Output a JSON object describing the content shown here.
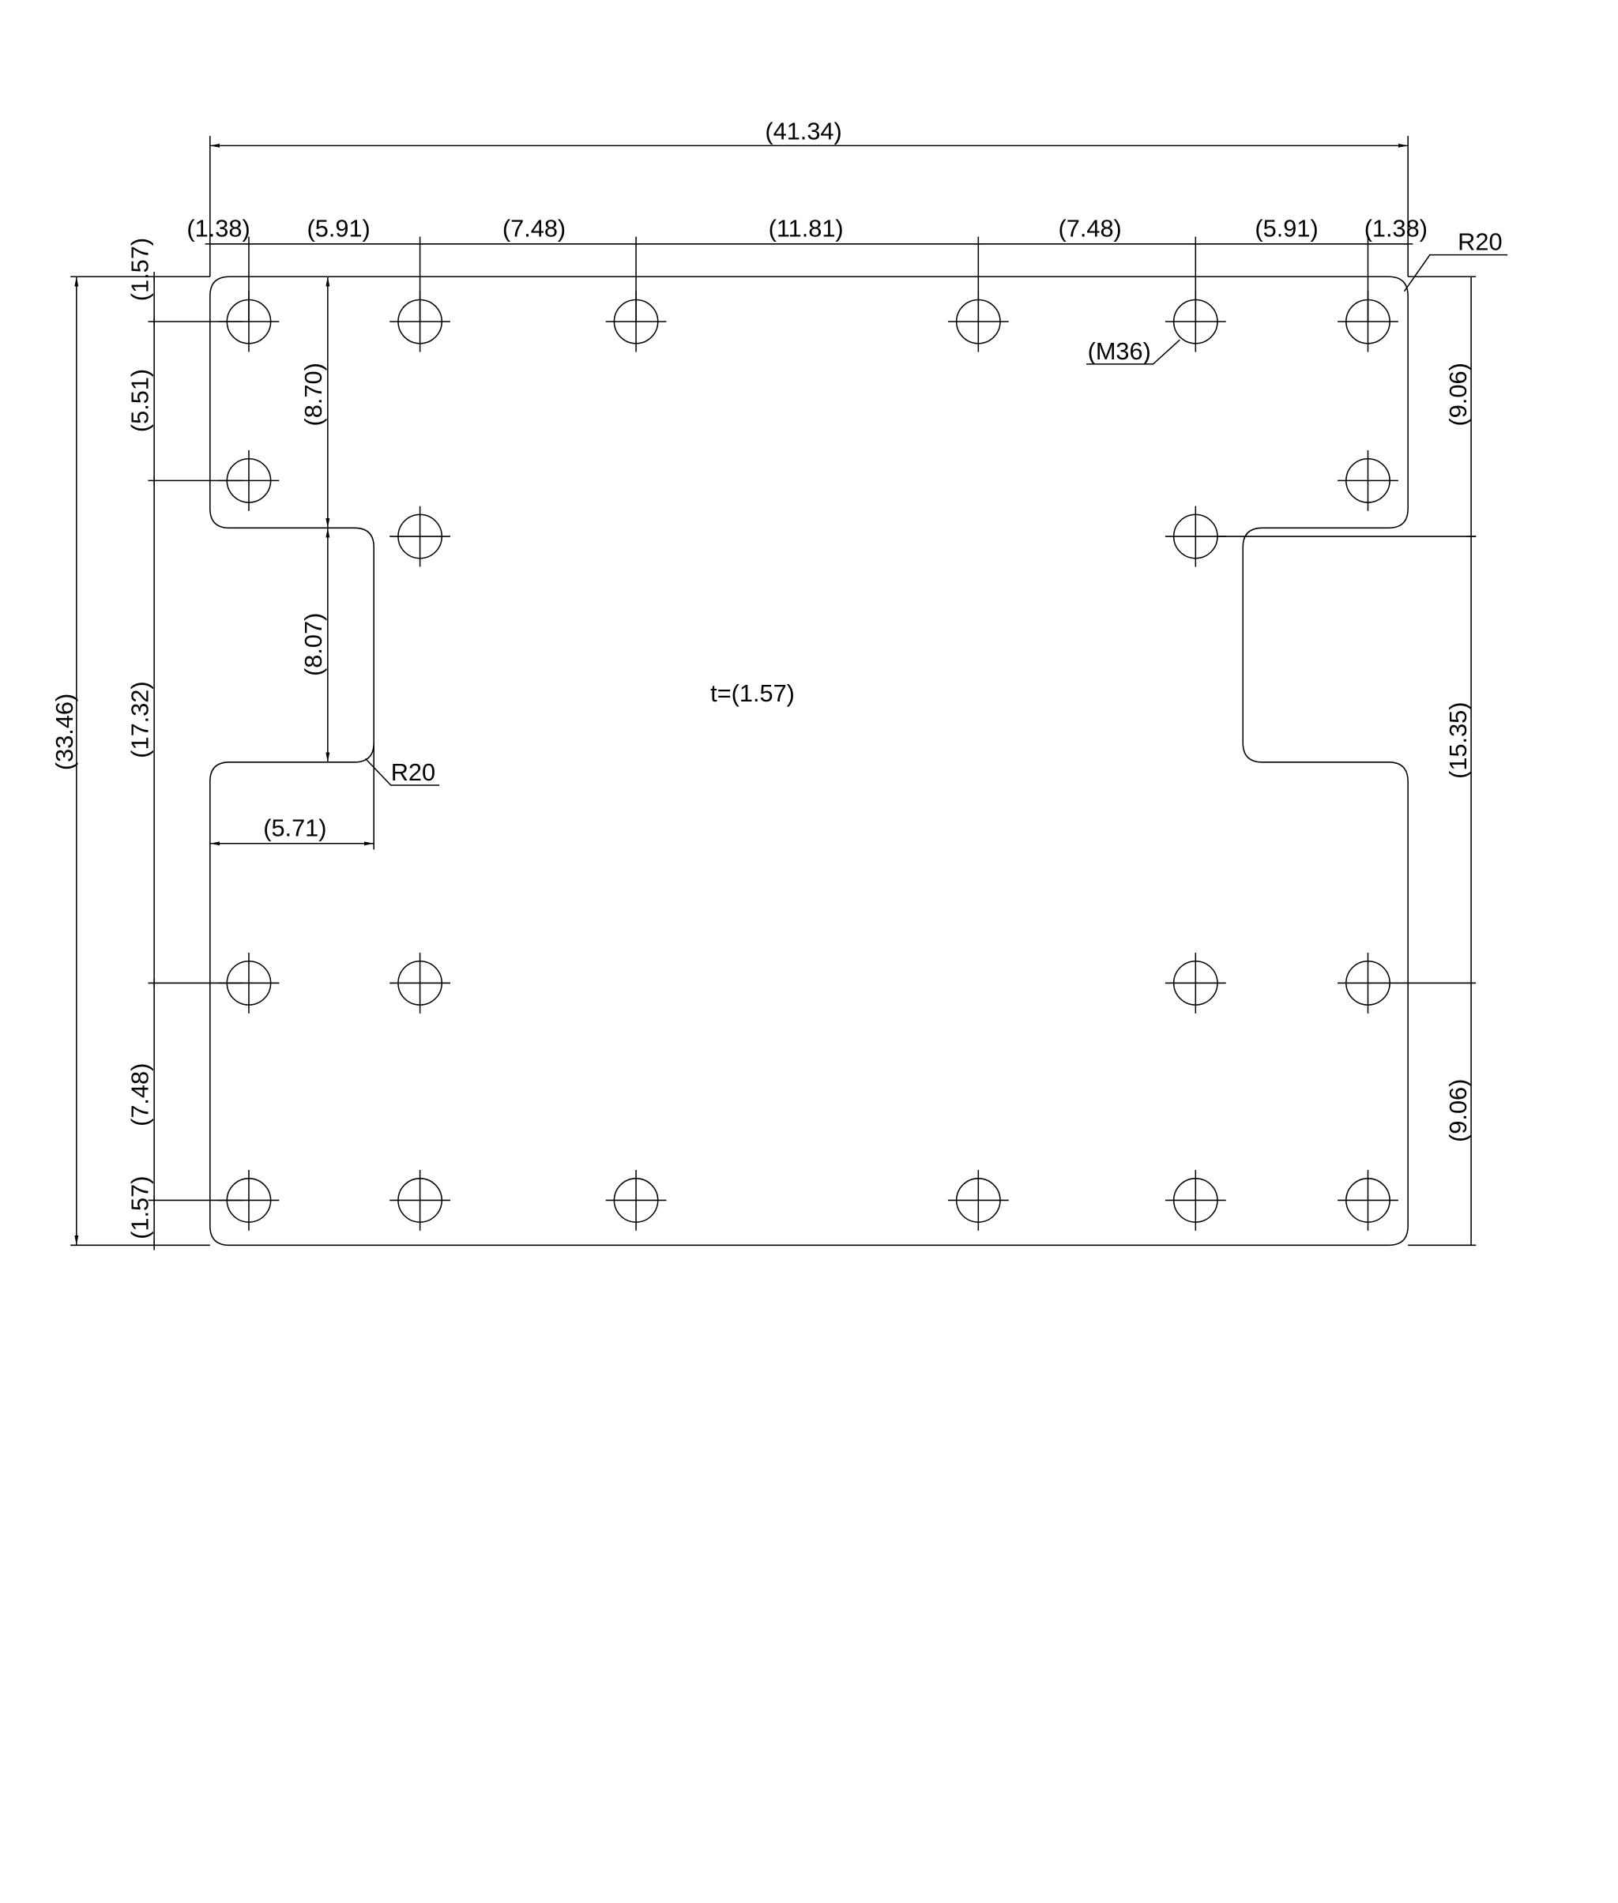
{
  "drawing": {
    "thickness_label": "t=(1.57)",
    "overall_width": "(41.34)",
    "overall_height": "(33.46)",
    "top_dims": [
      "(1.38)",
      "(5.91)",
      "(7.48)",
      "(11.81)",
      "(7.48)",
      "(5.91)",
      "(1.38)"
    ],
    "left_dims": [
      "(1.57)",
      "(5.51)",
      "(17.32)",
      "(7.48)",
      "(1.57)"
    ],
    "right_dims": [
      "(9.06)",
      "(15.35)",
      "(9.06)"
    ],
    "notch_upper": "(8.70)",
    "notch_height": "(8.07)",
    "notch_width": "(5.71)",
    "radius_corner": "R20",
    "radius_notch": "R20",
    "hole_callout": "(M36)"
  }
}
